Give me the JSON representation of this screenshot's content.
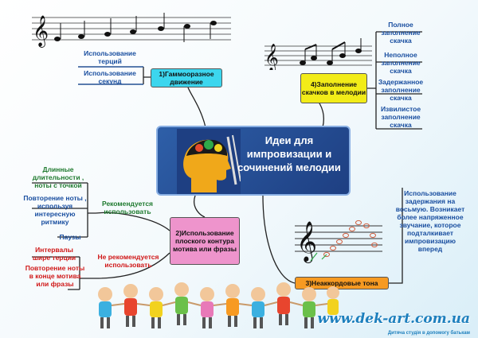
{
  "center": {
    "title": "Идеи для импровизации и сочинений мелодии"
  },
  "branch1": {
    "label": "1)Гаммооразное движение",
    "items": [
      "Использование терций",
      "Использование секунд"
    ]
  },
  "branch2": {
    "label": "2)Использование плоского контура мотива или фразы",
    "recommended": {
      "label": "Рекомендуется использовать",
      "items": [
        "Длинные длительности , ноты с точкой",
        "Повторение ноты , используя интересную ритмику",
        "Паузы"
      ]
    },
    "not_recommended": {
      "label": "Не рекомендуется использовать",
      "items": [
        "Интервалы шире терции",
        "Повторение ноты в конце мотива или фразы"
      ]
    }
  },
  "branch3": {
    "label": "3)Неаккордовые тона",
    "note": "Использование задержания на восьмую. Возникает более напряженное звучание, которое подталкивает импровизацию вперед"
  },
  "branch4": {
    "label": "4)Заполнение скачков в мелодии",
    "items": [
      "Полное заполнение скачка",
      "Неполное заполнение скачка",
      "Задержанное заполнение скачка",
      "Извилистое заполнение скачка"
    ]
  },
  "footer": {
    "url": "www.dek-art.com.ua",
    "subtitle": "Дитяча студія в допомогу батькам"
  }
}
